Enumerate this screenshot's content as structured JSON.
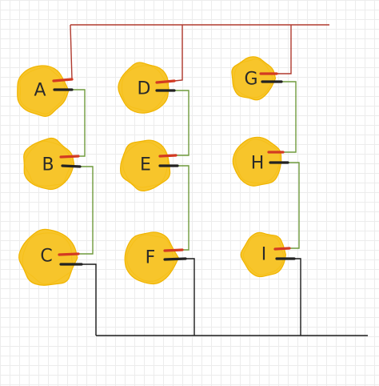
{
  "nodes": [
    {
      "id": "A",
      "label": "A"
    },
    {
      "id": "B",
      "label": "B"
    },
    {
      "id": "C",
      "label": "C"
    },
    {
      "id": "D",
      "label": "D"
    },
    {
      "id": "E",
      "label": "E"
    },
    {
      "id": "F",
      "label": "F"
    },
    {
      "id": "G",
      "label": "G"
    },
    {
      "id": "H",
      "label": "H"
    },
    {
      "id": "I",
      "label": "I"
    }
  ],
  "colors": {
    "blob": "#f7c52b",
    "blob_edge": "#f0b400",
    "red_wire": "#b03a2e",
    "green_wire": "#6f9a3c",
    "black_wire": "#1a1a1a",
    "red_lead": "#d33a22",
    "black_lead": "#222222"
  }
}
